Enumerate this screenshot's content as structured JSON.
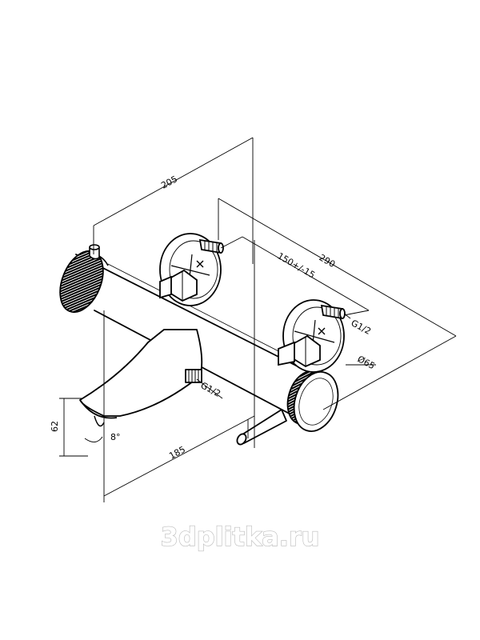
{
  "dimensions": {
    "overall_width": "205",
    "overall_depth": "290",
    "center_distance": "150+/-15",
    "connection_thread_top": "G1/2",
    "connection_thread_bottom": "G1/2",
    "escutcheon_diameter": "Ø65",
    "spout_reach": "185",
    "spout_height": "62",
    "spout_angle": "8°"
  },
  "watermark": "3dplitka.ru",
  "colors": {
    "line": "#000000",
    "watermark_stroke": "#bdbdbd"
  }
}
